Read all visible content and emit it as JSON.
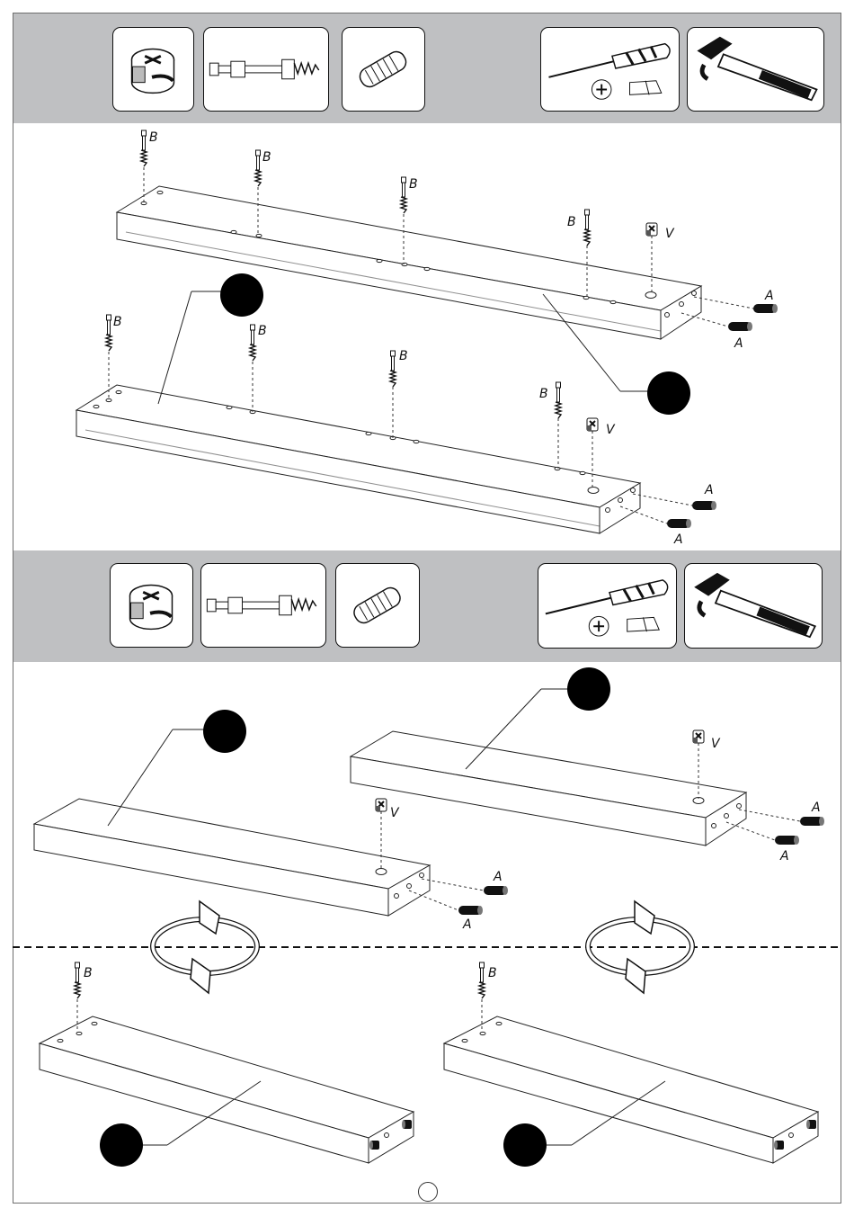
{
  "sections": [
    {
      "hardware_icons": [
        "cam-lock-icon",
        "cam-bolt-icon",
        "wooden-dowel-icon"
      ],
      "tool_icons": [
        "screwdriver-icon",
        "hammer-icon"
      ]
    },
    {
      "hardware_icons": [
        "cam-lock-icon",
        "cam-bolt-icon",
        "wooden-dowel-icon"
      ],
      "tool_icons": [
        "screwdriver-icon",
        "hammer-icon"
      ]
    }
  ],
  "part_labels": {
    "cam_bolt": "B",
    "cam_lock": "V",
    "dowel": "A"
  },
  "step_badges": [
    "",
    "",
    "",
    "",
    "",
    "",
    ""
  ],
  "page_number": "",
  "colors": {
    "band": "#bfc0c2",
    "badge": "#000000",
    "line": "#222222"
  }
}
